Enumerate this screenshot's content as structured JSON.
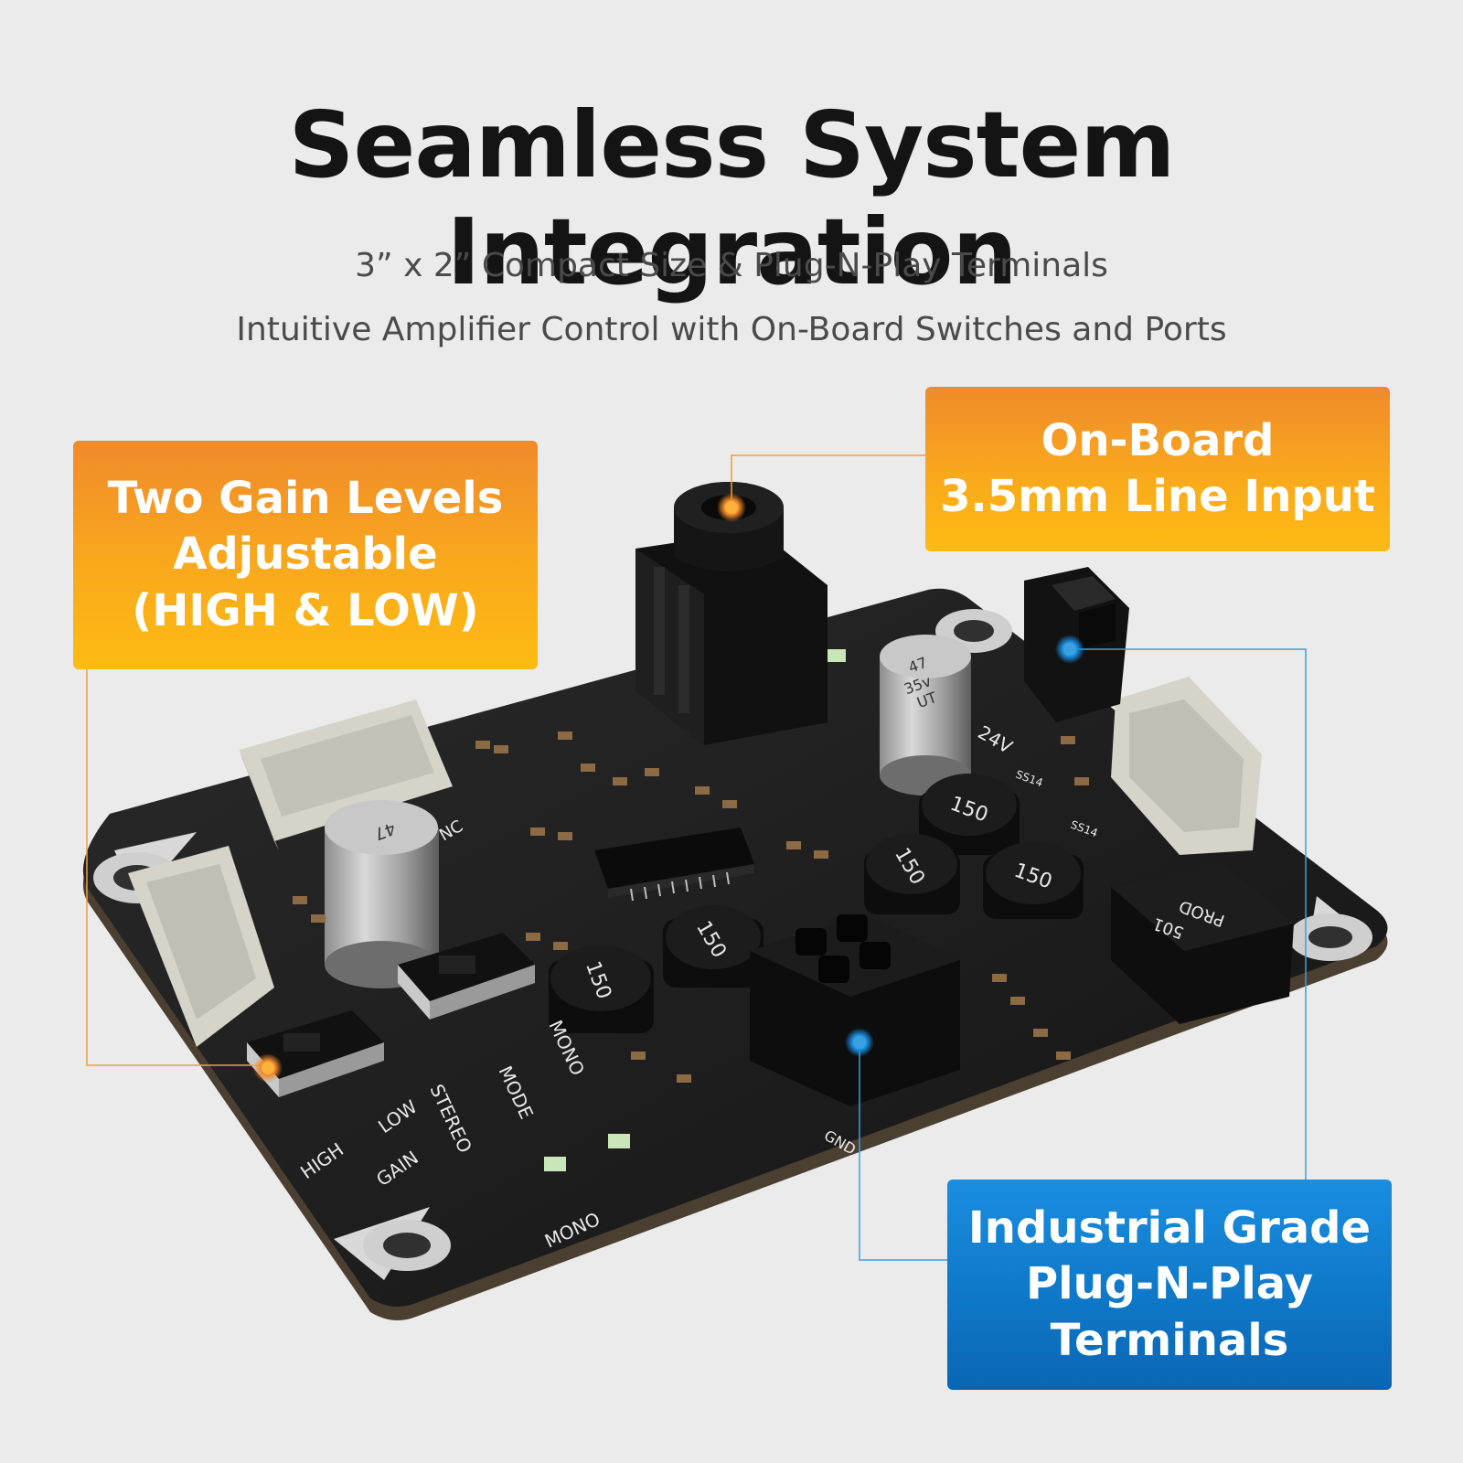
{
  "header": {
    "title": "Seamless System Integration",
    "subtitle_1": "3” x 2” Compact Size & Plug-N-Play Terminals",
    "subtitle_2": "Intuitive Amplifier Control with On-Board Switches and Ports"
  },
  "callouts": {
    "gain": {
      "lines": [
        "Two Gain Levels",
        "Adjustable",
        "(HIGH & LOW)"
      ]
    },
    "line_input": {
      "lines": [
        "On-Board",
        "3.5mm Line Input"
      ]
    },
    "terminals": {
      "lines": [
        "Industrial Grade",
        "Plug-N-Play",
        "Terminals"
      ]
    }
  },
  "board_labels": {
    "gain": "GAIN",
    "high": "HIGH",
    "low": "LOW",
    "mode": "MODE",
    "stereo": "STEREO",
    "mono": "MONO",
    "mono_bottom": "MONO",
    "gnd": "GND",
    "inductor": "150",
    "transformer_1": "PROD",
    "transformer_2": "501",
    "cap_value": "47",
    "cap_voltage": "35v",
    "cap_brand": "UT",
    "nc": "NC",
    "voltage": "24V",
    "diode": "SS14"
  },
  "colors": {
    "orange_top": "#f08a2c",
    "orange_bottom": "#fdbb12",
    "blue_top": "#1a8ee0",
    "blue_bottom": "#0a66b4",
    "pcb": "#1c1c1c",
    "leader_orange": "#f3a02a",
    "leader_blue": "#3aa0e0"
  }
}
